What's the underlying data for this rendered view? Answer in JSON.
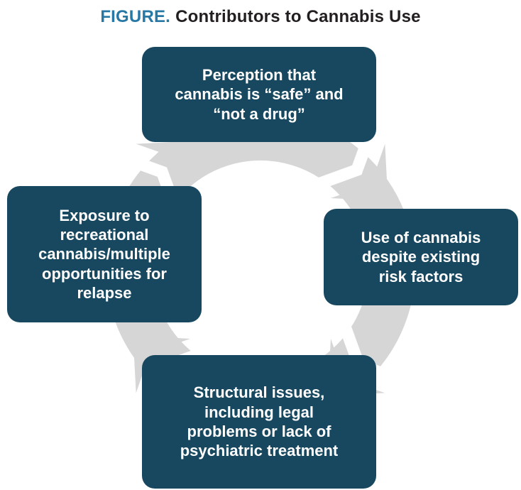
{
  "title": {
    "figure_label": "FIGURE.",
    "text": "Contributors to Cannabis Use"
  },
  "diagram": {
    "type": "cycle",
    "direction": "clockwise",
    "nodes": [
      {
        "id": "perception-safe",
        "position": "top",
        "text": "Perception that\ncannabis is “safe” and\n“not a drug”"
      },
      {
        "id": "use-despite-risk",
        "position": "right",
        "text": "Use of cannabis\ndespite existing\nrisk factors"
      },
      {
        "id": "structural-issues",
        "position": "bottom",
        "text": "Structural issues,\nincluding legal\nproblems or lack of\npsychiatric treatment"
      },
      {
        "id": "exposure-relapse",
        "position": "left",
        "text": "Exposure to\nrecreational\ncannabis/multiple\nopportunities for\nrelapse"
      }
    ]
  },
  "colors": {
    "background": "#ffffff",
    "box_fill": "#17485f",
    "box_text": "#ffffff",
    "ring_gray": "#d6d6d6",
    "figure_label": "#2878a5",
    "title_text": "#231f20"
  }
}
